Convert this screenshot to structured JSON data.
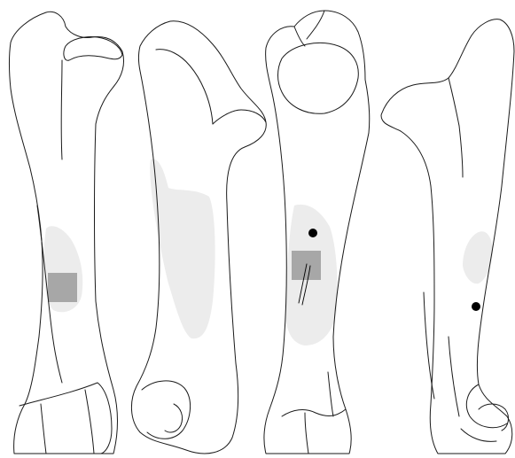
{
  "figure": {
    "background": "#ffffff",
    "line_color": "#1a1a1a",
    "light_zone_color": "#ececec",
    "dark_zone_color": "#a7a7a7",
    "dot_color": "#000000",
    "views": [
      {
        "id": "view-1",
        "light_zone": true,
        "dark_zone": true,
        "dots": 0,
        "cut_marks": 0
      },
      {
        "id": "view-2",
        "light_zone": true,
        "dark_zone": false,
        "dots": 0,
        "cut_marks": 0
      },
      {
        "id": "view-3",
        "light_zone": true,
        "dark_zone": true,
        "dots": 1,
        "cut_marks": 2
      },
      {
        "id": "view-4",
        "light_zone": true,
        "dark_zone": false,
        "dots": 1,
        "cut_marks": 0
      }
    ]
  }
}
